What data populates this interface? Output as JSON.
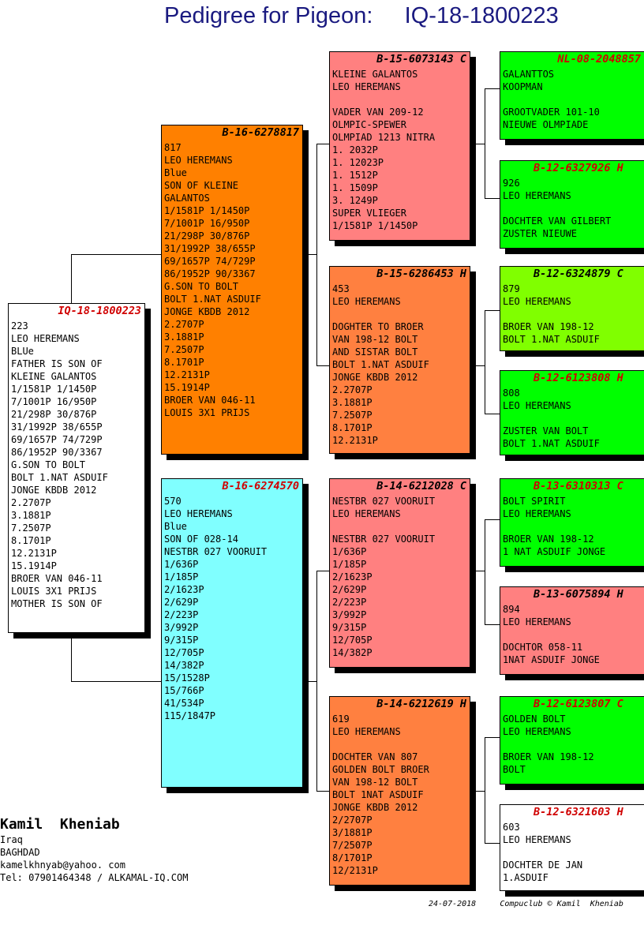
{
  "title": "Pedigree for Pigeon:     IQ-18-1800223",
  "boxes": {
    "subject": {
      "id": "IQ-18-1800223",
      "lines": "223\nLEO HEREMANS\nBLUe\nFATHER IS SON OF\nKLEINE GALANTOS\n1/1581P 1/1450P\n7/1001P 16/950P\n21/298P 30/876P\n31/1992P 38/655P\n69/1657P 74/729P\n86/1952P 90/3367\nG.SON TO BOLT\nBOLT 1.NAT ASDUIF\nJONGE KBDB 2012\n2.2707P\n3.1881P\n7.2507P\n8.1701P\n12.2131P\n15.1914P\nBROER VAN 046-11\nLOUIS 3X1 PRIJS\nMOTHER IS SON OF"
    },
    "sire": {
      "id": "B-16-6278817",
      "lines": "817\nLEO HEREMANS\nBlue\nSON OF KLEINE\nGALANTOS\n1/1581P 1/1450P\n7/1001P 16/950P\n21/298P 30/876P\n31/1992P 38/655P\n69/1657P 74/729P\n86/1952P 90/3367\nG.SON TO BOLT\nBOLT 1.NAT ASDUIF\nJONGE KBDB 2012\n2.2707P\n3.1881P\n7.2507P\n8.1701P\n12.2131P\n15.1914P\nBROER VAN 046-11\nLOUIS 3X1 PRIJS"
    },
    "dam": {
      "id": "B-16-6274570",
      "lines": "570\nLEO HEREMANS\nBlue\nSON OF 028-14\nNESTBR 027 VOORUIT\n1/636P\n1/185P\n2/1623P\n2/629P\n2/223P\n3/992P\n9/315P\n12/705P\n14/382P\n15/1528P\n15/766P\n41/534P\n115/1847P"
    },
    "ss": {
      "id": "B-15-6073143 C",
      "lines": "KLEINE GALANTOS\nLEO HEREMANS\n\nVADER VAN 209-12\nOLMPIC-SPEWER\nOLMPIAD 1213 NITRA\n1. 2032P\n1. 12023P\n1. 1512P\n1. 1509P\n3. 1249P\nSUPER VLIEGER\n1/1581P 1/1450P"
    },
    "sd": {
      "id": "B-15-6286453 H",
      "lines": "453\nLEO HEREMANS\n\nDOGHTER TO BROER\nVAN 198-12 BOLT\nAND SISTAR BOLT\nBOLT 1.NAT ASDUIF\nJONGE KBDB 2012\n2.2707P\n3.1881P\n7.2507P\n8.1701P\n12.2131P"
    },
    "ds": {
      "id": "B-14-6212028 C",
      "lines": "NESTBR 027 VOORUIT\nLEO HEREMANS\n\nNESTBR 027 VOORUIT\n1/636P\n1/185P\n2/1623P\n2/629P\n2/223P\n3/992P\n9/315P\n12/705P\n14/382P"
    },
    "dd": {
      "id": "B-14-6212619 H",
      "lines": "619\nLEO HEREMANS\n\nDOCHTER VAN 807\nGOLDEN BOLT BROER\nVAN 198-12 BOLT\nBOLT 1NAT ASDUIF\nJONGE KBDB 2012\n2/2707P\n3/1881P\n7/2507P\n8/1701P\n12/2131P"
    },
    "sss": {
      "id": "NL-08-2048857",
      "lines": "GALANTTOS\nKOOPMAN\n\nGROOTVADER 101-10\nNIEUWE OLMPIADE"
    },
    "ssd": {
      "id": "B-12-6327926 H",
      "lines": "926\nLEO HEREMANS\n\nDOCHTER VAN GILBERT\nZUSTER NIEUWE"
    },
    "sds": {
      "id": "B-12-6324879 C",
      "lines": "879\nLEO HEREMANS\n\nBROER VAN 198-12\nBOLT 1.NAT ASDUIF"
    },
    "sdd": {
      "id": "B-12-6123808 H",
      "lines": "808\nLEO HEREMANS\n\nZUSTER VAN BOLT\nBOLT 1.NAT ASDUIF"
    },
    "dss": {
      "id": "B-13-6310313 C",
      "lines": "BOLT SPIRIT\nLEO HEREMANS\n\nBROER VAN 198-12\n1 NAT ASDUIF JONGE"
    },
    "dsd": {
      "id": "B-13-6075894 H",
      "lines": "894\nLEO HEREMANS\n\nDOCHTOR 058-11\n1NAT ASDUIF JONGE"
    },
    "dds": {
      "id": "B-12-6123807 C",
      "lines": "GOLDEN BOLT\nLEO HEREMANS\n\nBROER VAN 198-12\nBOLT"
    },
    "ddd": {
      "id": "B-12-6321603 H",
      "lines": "603\nLEO HEREMANS\n\nDOCHTER DE JAN\n1.ASDUIF"
    }
  },
  "colors": {
    "white": "#ffffff",
    "orange": "#ff8000",
    "cyan": "#80ffff",
    "salmon": "#ff8080",
    "coral": "#ff8040",
    "green": "#00ff00",
    "lime": "#80ff00",
    "red_id": "#d00000"
  },
  "owner": {
    "name": "Kamil  Kheniab",
    "country": "Iraq",
    "city": "BAGHDAD",
    "email": "kamelkhnyab@yahoo. com",
    "contact": "Tel: 07901464348 / ALKAMAL-IQ.COM"
  },
  "footer": {
    "date": "24-07-2018",
    "credit": "Compuclub © Kamil  Kheniab"
  }
}
